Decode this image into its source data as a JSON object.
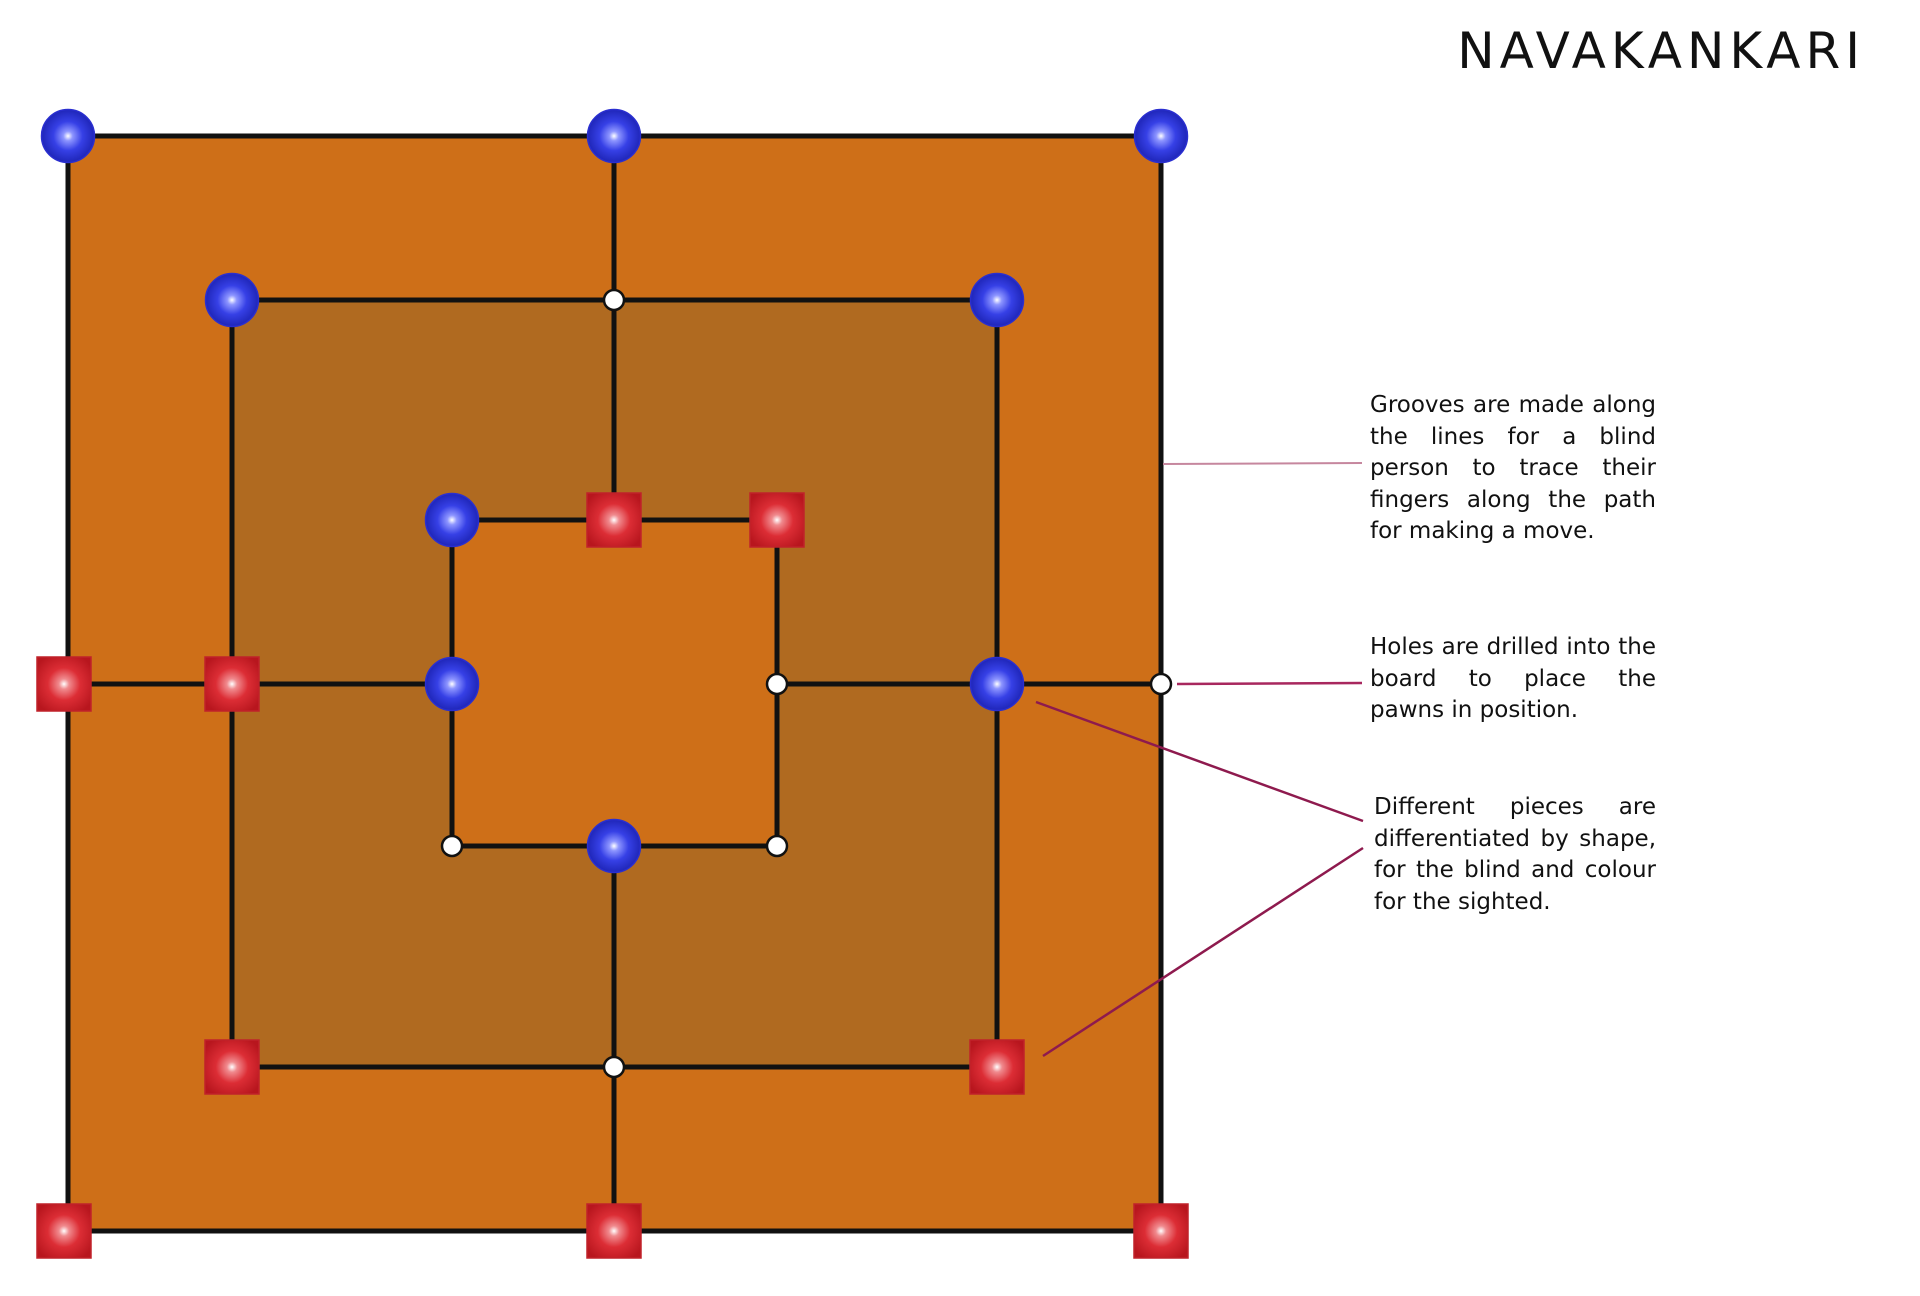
{
  "title": "NAVAKANKARI",
  "colors": {
    "board_outer": "#CE6F18",
    "board_middle": "#B06A20",
    "board_inner": "#CE6F18",
    "lines": "#111111",
    "hole": "#ffffff",
    "blue_piece": "#2F36E0",
    "red_piece": "#D8262E",
    "leader_grooves": "#C6879E",
    "leader_holes": "#A8275E",
    "leader_pieces": "#8E1A4E"
  },
  "annotations": {
    "grooves": "Grooves are made along the lines for a blind person to trace their fingers along the path for making a move.",
    "holes": "Holes are drilled into the board to place the pawns in position.",
    "pieces": "Different pieces are differentiated by shape, for the blind and colour for the sighted."
  },
  "board": {
    "piece_types": {
      "blue": "blue-circle-piece",
      "red": "red-square-piece",
      "empty": "empty-hole"
    },
    "points": [
      {
        "pos": "outer-top-left",
        "piece": "blue"
      },
      {
        "pos": "outer-top-mid",
        "piece": "blue"
      },
      {
        "pos": "outer-top-right",
        "piece": "blue"
      },
      {
        "pos": "outer-mid-left",
        "piece": "red"
      },
      {
        "pos": "outer-mid-right",
        "piece": "empty"
      },
      {
        "pos": "outer-bottom-left",
        "piece": "red"
      },
      {
        "pos": "outer-bottom-mid",
        "piece": "red"
      },
      {
        "pos": "outer-bottom-right",
        "piece": "red"
      },
      {
        "pos": "middle-top-left",
        "piece": "blue"
      },
      {
        "pos": "middle-top-mid",
        "piece": "empty"
      },
      {
        "pos": "middle-top-right",
        "piece": "blue"
      },
      {
        "pos": "middle-mid-left",
        "piece": "red"
      },
      {
        "pos": "middle-mid-right",
        "piece": "blue"
      },
      {
        "pos": "middle-bottom-left",
        "piece": "red"
      },
      {
        "pos": "middle-bottom-mid",
        "piece": "empty"
      },
      {
        "pos": "middle-bottom-right",
        "piece": "red"
      },
      {
        "pos": "inner-top-left",
        "piece": "blue"
      },
      {
        "pos": "inner-top-mid",
        "piece": "red"
      },
      {
        "pos": "inner-top-right",
        "piece": "red"
      },
      {
        "pos": "inner-mid-left",
        "piece": "blue"
      },
      {
        "pos": "inner-mid-right",
        "piece": "empty"
      },
      {
        "pos": "inner-bottom-left",
        "piece": "empty"
      },
      {
        "pos": "inner-bottom-mid",
        "piece": "blue"
      },
      {
        "pos": "inner-bottom-right",
        "piece": "empty"
      }
    ]
  }
}
